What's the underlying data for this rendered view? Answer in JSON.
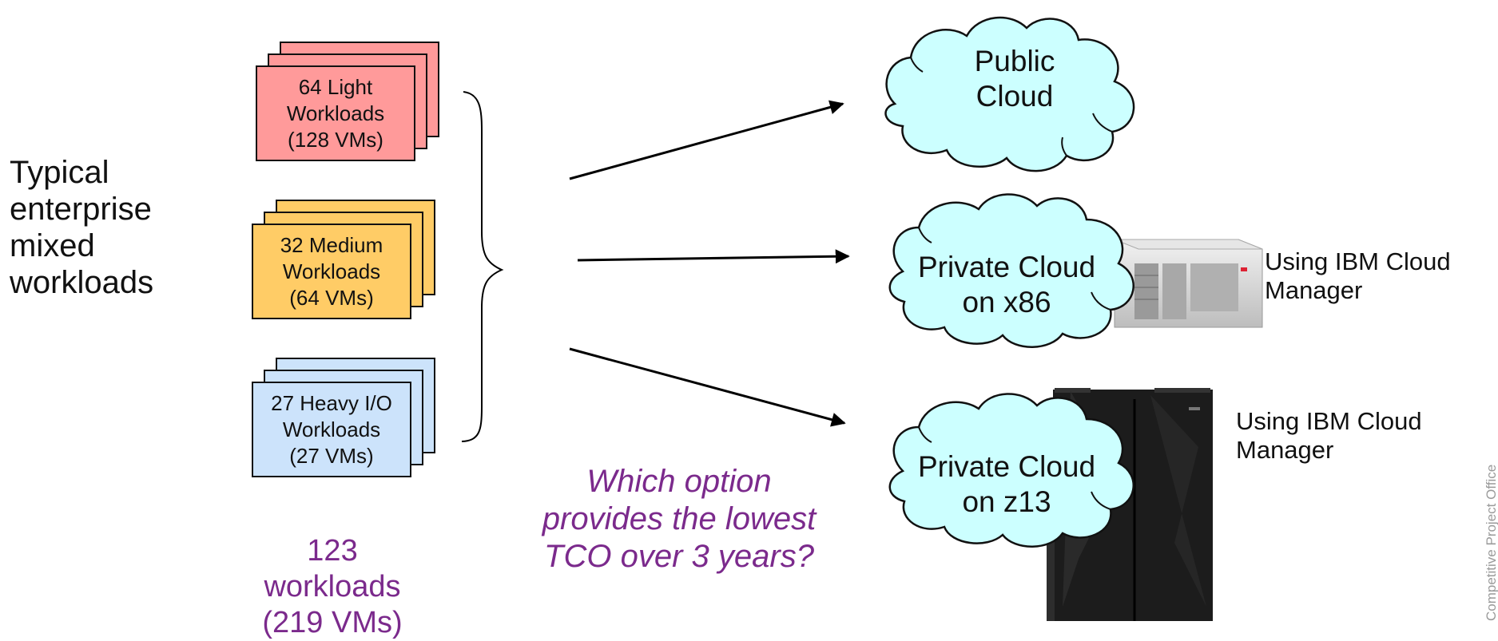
{
  "source": {
    "label_lines": [
      "Typical",
      "enterprise",
      "mixed",
      "workloads"
    ]
  },
  "workload_groups": [
    {
      "lines": [
        "64 Light",
        "Workloads",
        "(128 VMs)"
      ],
      "color": "#ff9a9a"
    },
    {
      "lines": [
        "32 Medium",
        "Workloads",
        "(64 VMs)"
      ],
      "color": "#ffcc66"
    },
    {
      "lines": [
        "27 Heavy I/O",
        "Workloads",
        "(27 VMs)"
      ],
      "color": "#cce3fb"
    }
  ],
  "summary": {
    "lines": [
      "123 workloads",
      "(219 VMs)"
    ]
  },
  "question": {
    "lines": [
      "Which option",
      "provides the lowest",
      "TCO over 3 years?"
    ]
  },
  "options": [
    {
      "lines": [
        "Public",
        "Cloud"
      ],
      "note_lines": []
    },
    {
      "lines": [
        "Private Cloud",
        "on x86"
      ],
      "note_lines": [
        "Using IBM Cloud",
        "Manager"
      ]
    },
    {
      "lines": [
        "Private Cloud",
        "on z13"
      ],
      "note_lines": [
        "Using IBM Cloud",
        "Manager"
      ]
    }
  ],
  "watermark": "Competitive Project Office",
  "colors": {
    "cloud_fill": "#ccffff",
    "question_text": "#7b2a8c",
    "server_silver": "#d9d9d9",
    "mainframe_black": "#1c1c1c"
  }
}
